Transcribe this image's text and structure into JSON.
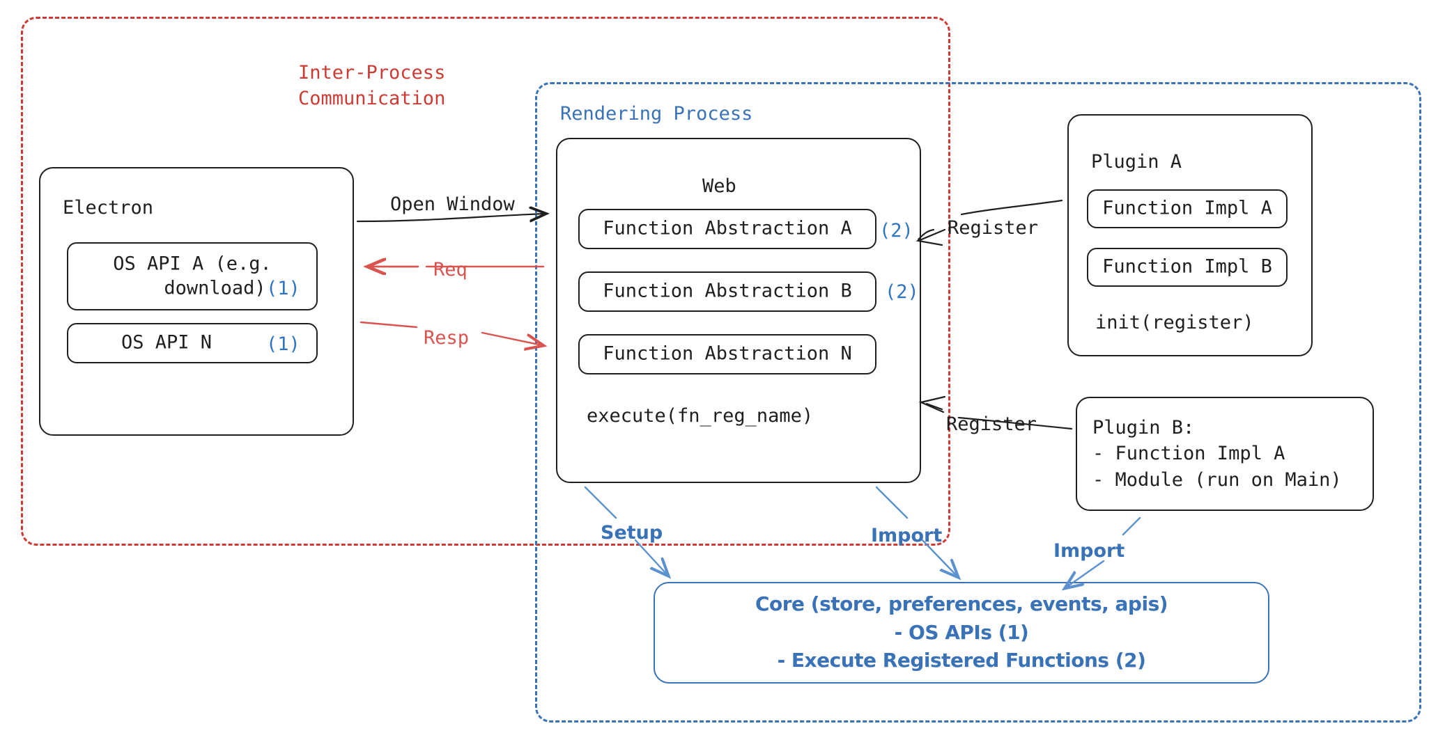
{
  "diagram": {
    "title": "Electron plugin architecture",
    "colors": {
      "ipc_red": "#cc3c35",
      "render_blue": "#3a72b8",
      "marker_blue": "#2f74c0",
      "arrow_red": "#d9534f",
      "ink_black": "#1f1f1f"
    }
  },
  "regions": {
    "ipc": {
      "label": "Inter-Process\nCommunication"
    },
    "rendering": {
      "label": "Rendering Process"
    }
  },
  "electron": {
    "title": "Electron",
    "apis": [
      {
        "label": "OS API A (e.g.\n    download)",
        "marker": "(1)"
      },
      {
        "label": "OS API N",
        "marker": "(1)"
      }
    ]
  },
  "web": {
    "title": "Web",
    "abstractions": [
      {
        "label": "Function Abstraction A",
        "marker": "(2)"
      },
      {
        "label": "Function Abstraction B",
        "marker": "(2)"
      },
      {
        "label": "Function Abstraction N",
        "marker": ""
      }
    ],
    "footer": "execute(fn_reg_name)"
  },
  "plugin_a": {
    "title": "Plugin A",
    "items": [
      {
        "label": "Function Impl A"
      },
      {
        "label": "Function Impl B"
      }
    ],
    "footer": "init(register)"
  },
  "plugin_b": {
    "lines": "Plugin B:\n- Function Impl A\n- Module (run on Main)"
  },
  "core": {
    "lines": "Core (store, preferences, events, apis)\n- OS APIs (1)\n- Execute Registered Functions (2)"
  },
  "edges": {
    "open_window": "Open Window",
    "req": "Req",
    "resp": "Resp",
    "register_a": "Register",
    "register_b": "Register",
    "setup": "Setup",
    "import_web": "Import",
    "import_plugin_b": "Import"
  }
}
